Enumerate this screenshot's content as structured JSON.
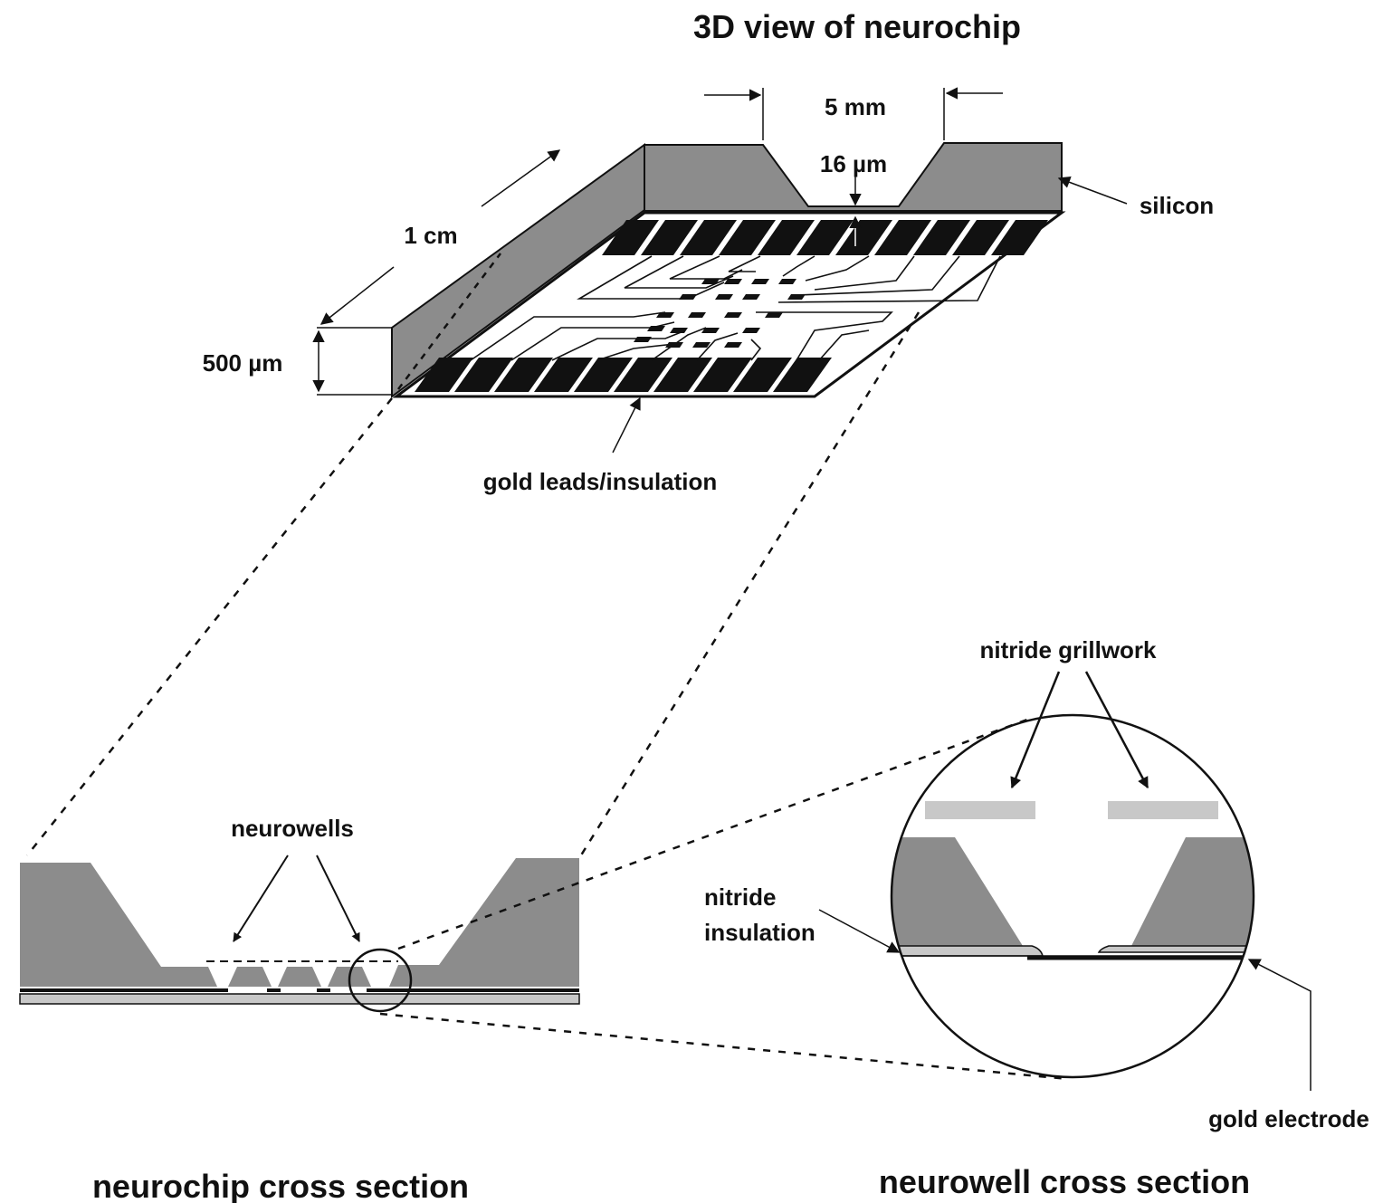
{
  "title": "3D view of neurochip",
  "labels": {
    "width": "5 mm",
    "depth": "16 µm",
    "length": "1 cm",
    "thickness": "500 µm",
    "silicon": "silicon",
    "gold_leads": "gold leads/insulation",
    "neurowells": "neurowells",
    "nitride_grillwork": "nitride grillwork",
    "nitride_insulation_1": "nitride",
    "nitride_insulation_2": "insulation",
    "gold_electrode": "gold electrode"
  },
  "captions": {
    "chip_section": "neurochip cross section",
    "well_section": "neurowell cross section"
  },
  "colors": {
    "silicon": "#8c8c8c",
    "nitride": "#c8c8c8",
    "gold": "#111111"
  }
}
